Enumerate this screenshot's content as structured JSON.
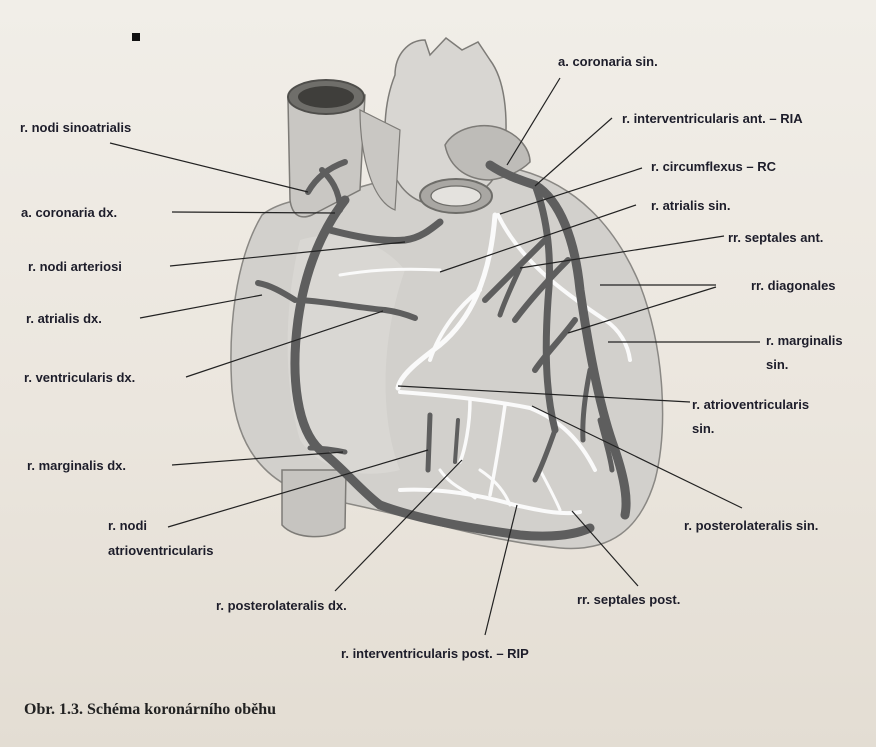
{
  "labels": {
    "nodi_sinoatrialis": "r. nodi sinoatrialis",
    "coronaria_dx": "a. coronaria dx.",
    "nodi_arteriosi": "r. nodi arteriosi",
    "atrialis_dx": "r. atrialis dx.",
    "ventricularis_dx": "r. ventricularis dx.",
    "marginalis_dx": "r. marginalis dx.",
    "nodi_av_1": "r. nodi",
    "nodi_av_2": "atrioventricularis",
    "posterolateralis_dx": "r. posterolateralis dx.",
    "interventricularis_post": "r. interventricularis post. – RIP",
    "coronaria_sin": "a. coronaria sin.",
    "interventricularis_ant": "r. interventricularis ant. – RIA",
    "circumflexus": "r. circumflexus – RC",
    "atrialis_sin": "r. atrialis sin.",
    "septales_ant": "rr. septales ant.",
    "diagonales": "rr. diagonales",
    "marginalis_sin_1": "r. marginalis",
    "marginalis_sin_2": "sin.",
    "atrioventricularis_sin_1": "r. atrioventricularis",
    "atrioventricularis_sin_2": "sin.",
    "posterolateralis_sin": "r. posterolateralis sin.",
    "septales_post": "rr. septales post."
  },
  "caption": "Obr. 1.3. Schéma koronárního oběhu"
}
